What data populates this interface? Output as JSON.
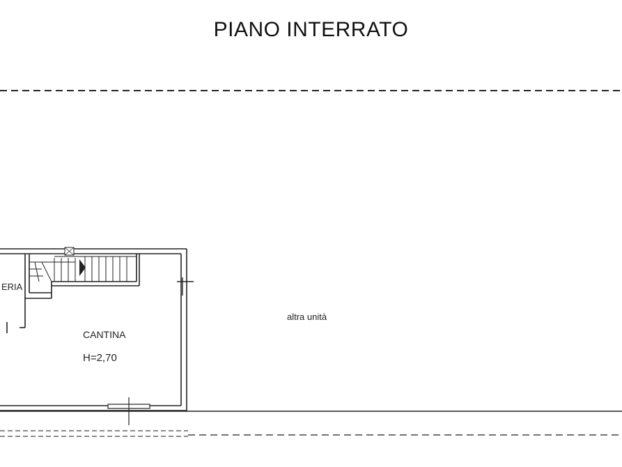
{
  "title": "PIANO INTERRATO",
  "rooms": {
    "partial_label": "ERIA",
    "cantina_label": "CANTINA",
    "cantina_height": "H=2,70",
    "other_unit_label": "altra unità"
  },
  "colors": {
    "line": "#222222",
    "background": "#ffffff"
  }
}
